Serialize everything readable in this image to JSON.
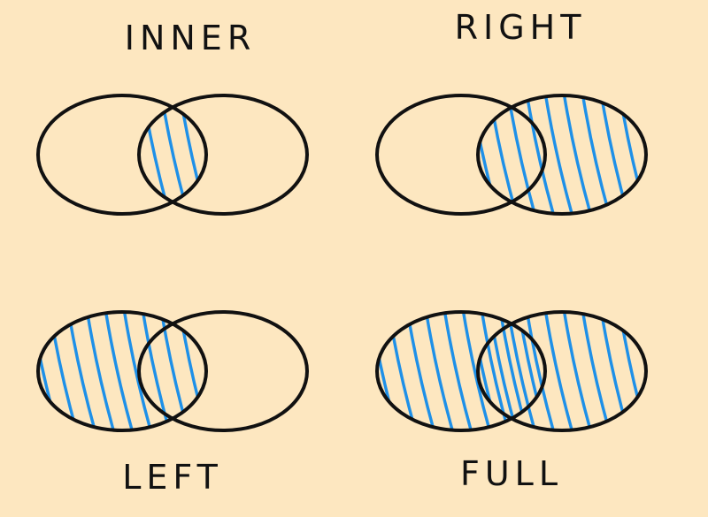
{
  "colors": {
    "background": "#FDE7C0",
    "outline": "#111111",
    "hatch": "#1E90E8"
  },
  "diagrams": [
    {
      "id": "inner",
      "label": "INNER",
      "shade": "intersection"
    },
    {
      "id": "right",
      "label": "RIGHT",
      "shade": "right"
    },
    {
      "id": "left",
      "label": "LEFT",
      "shade": "left"
    },
    {
      "id": "full",
      "label": "FULL",
      "shade": "union"
    }
  ]
}
